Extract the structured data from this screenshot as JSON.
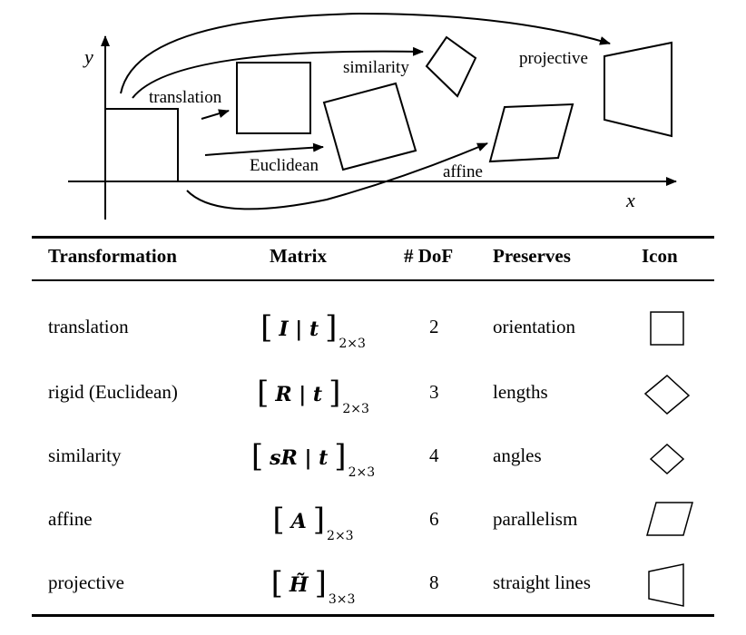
{
  "figure": {
    "axes": {
      "x_label": "x",
      "y_label": "y"
    },
    "labels": {
      "translation": "translation",
      "euclidean": "Euclidean",
      "similarity": "similarity",
      "affine": "affine",
      "projective": "projective"
    }
  },
  "table": {
    "headers": {
      "transformation": "Transformation",
      "matrix": "Matrix",
      "dof": "# DoF",
      "preserves": "Preserves",
      "icon": "Icon"
    },
    "rows": [
      {
        "name": "translation",
        "matrix": "I | t",
        "matrix_size": "2×3",
        "dof": "2",
        "preserves": "orientation",
        "icon": "square-icon"
      },
      {
        "name": "rigid (Euclidean)",
        "matrix": "R | t",
        "matrix_size": "2×3",
        "dof": "3",
        "preserves": "lengths",
        "icon": "rotated-square-icon"
      },
      {
        "name": "similarity",
        "matrix": "sR | t",
        "matrix_size": "2×3",
        "dof": "4",
        "preserves": "angles",
        "icon": "small-rotated-square-icon"
      },
      {
        "name": "affine",
        "matrix": "A",
        "matrix_size": "2×3",
        "dof": "6",
        "preserves": "parallelism",
        "icon": "parallelogram-icon"
      },
      {
        "name": "projective",
        "matrix": "H̃",
        "matrix_size": "3×3",
        "dof": "8",
        "preserves": "straight lines",
        "icon": "trapezoid-icon"
      }
    ]
  }
}
